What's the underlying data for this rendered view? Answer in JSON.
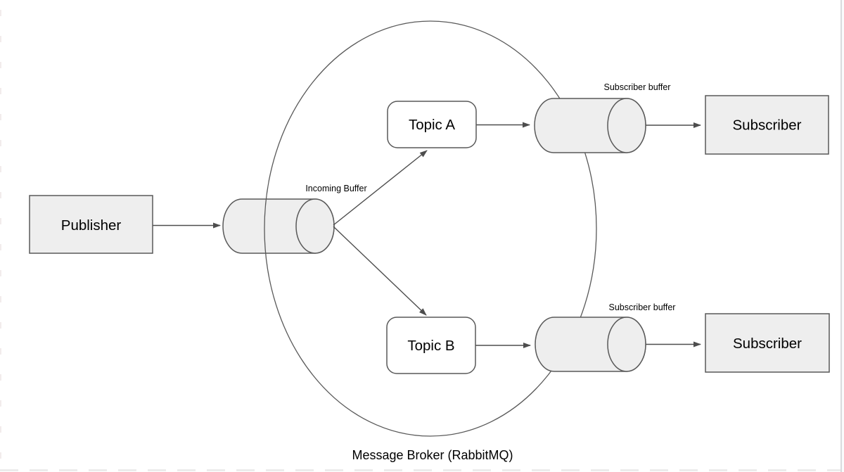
{
  "diagram": {
    "caption": "Message Broker (RabbitMQ)",
    "nodes": {
      "publisher": {
        "label": "Publisher"
      },
      "incoming_buffer": {
        "label": "Incoming Buffer"
      },
      "topic_a": {
        "label": "Topic A"
      },
      "topic_b": {
        "label": "Topic B"
      },
      "subscriber_buffer_top": {
        "label": "Subscriber buffer"
      },
      "subscriber_buffer_bottom": {
        "label": "Subscriber buffer"
      },
      "subscriber_top": {
        "label": "Subscriber"
      },
      "subscriber_bottom": {
        "label": "Subscriber"
      }
    },
    "colors": {
      "shape_fill": "#eeeeee",
      "shape_stroke": "#595959",
      "topic_fill": "#ffffff",
      "connector": "#4d4d4d",
      "text": "#000000",
      "page_break_dash": "#e9e9e9",
      "right_edge": "#d9dbde"
    }
  }
}
